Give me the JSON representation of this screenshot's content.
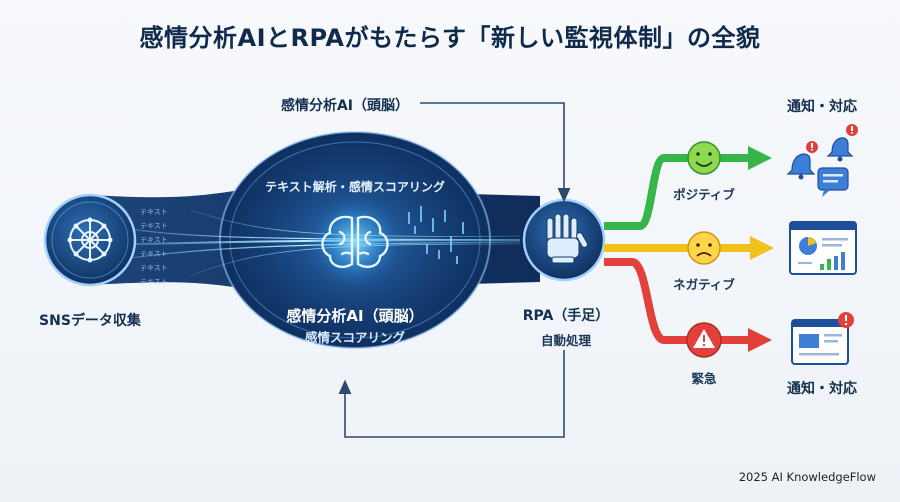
{
  "title": "感情分析AIとRPAがもたらす「新しい監視体制」の全貌",
  "top_ai_label": "感情分析AI（頭脳）",
  "sns_label": "SNSデータ収集",
  "ellipse_top_text": "テキスト解析・感情スコアリング",
  "ai_title": "感情分析AI（頭脳）",
  "ai_subtitle": "感情スコアリング",
  "rpa_title": "RPA（手足）",
  "rpa_subtitle": "自動処理",
  "stream_text": "テキスト",
  "branches": [
    {
      "label": "ポジティブ",
      "color": "#36b54a",
      "icon": "smile-icon"
    },
    {
      "label": "ネガティブ",
      "color": "#f2c21a",
      "icon": "worried-face-icon"
    },
    {
      "label": "緊急",
      "color": "#e2403a",
      "icon": "warning-icon"
    }
  ],
  "notify_top_label": "通知・対応",
  "notify_bottom_label": "通知・対応",
  "footer": "2025 AI KnowledgeFlow"
}
